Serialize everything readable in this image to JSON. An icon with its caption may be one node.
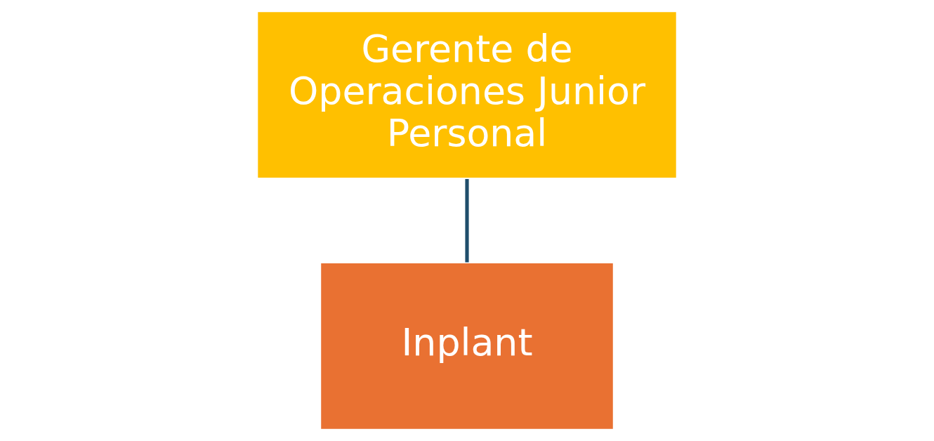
{
  "diagram": {
    "nodes": [
      {
        "text": [
          "Gerente de Operaciones Junior Personal"
        ]
      },
      {
        "text": [
          "Inplant"
        ]
      }
    ],
    "edges": [
      {
        "from": 0,
        "to": 1,
        "arrow": "none"
      }
    ]
  }
}
